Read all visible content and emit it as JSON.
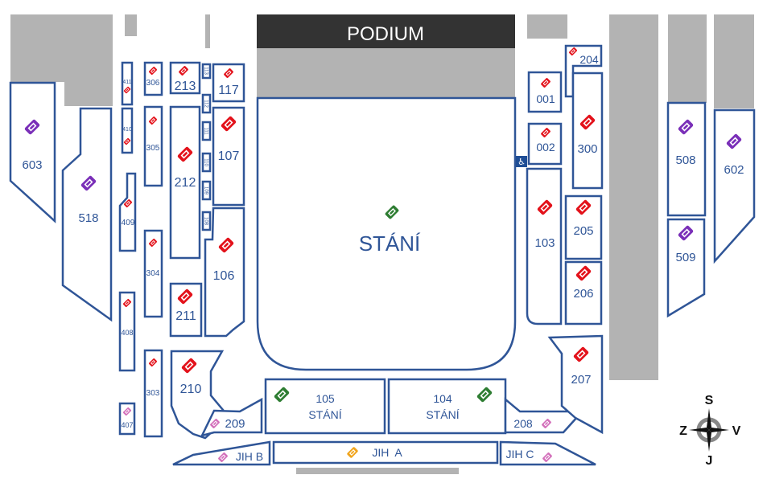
{
  "stage": {
    "label": "PODIUM"
  },
  "floor": {
    "label": "STÁNÍ"
  },
  "sections": {
    "s603": "603",
    "s518": "518",
    "s411": "411",
    "s410": "410",
    "s409": "409",
    "s408": "408",
    "s407": "407",
    "s306": "306",
    "s305": "305",
    "s304": "304",
    "s303": "303",
    "s213": "213",
    "s212": "212",
    "s211": "211",
    "s210": "210",
    "s209": "209",
    "s113": "113",
    "s112": "112",
    "s111": "111",
    "s110": "110",
    "s109": "109",
    "s108": "108",
    "s117": "117",
    "s107": "107",
    "s106": "106",
    "s105": "105",
    "s105sub": "STÁNÍ",
    "s104": "104",
    "s104sub": "STÁNÍ",
    "s208": "208",
    "jihB": "JIH B",
    "jihA": "JIH  A",
    "jihC": "JIH C",
    "s001": "001",
    "s002": "002",
    "s204": "204",
    "s300": "300",
    "s103": "103",
    "s205": "205",
    "s206": "206",
    "s207": "207",
    "s508": "508",
    "s509": "509",
    "s602": "602"
  },
  "compass": {
    "north": "S",
    "south": "J",
    "west": "Z",
    "east": "V"
  },
  "colors": {
    "outline": "#2f5597",
    "red": "#e3121b",
    "purple": "#7a2fb8",
    "green": "#2e7d32",
    "pink": "#d36fba",
    "orange": "#f0a41c"
  }
}
